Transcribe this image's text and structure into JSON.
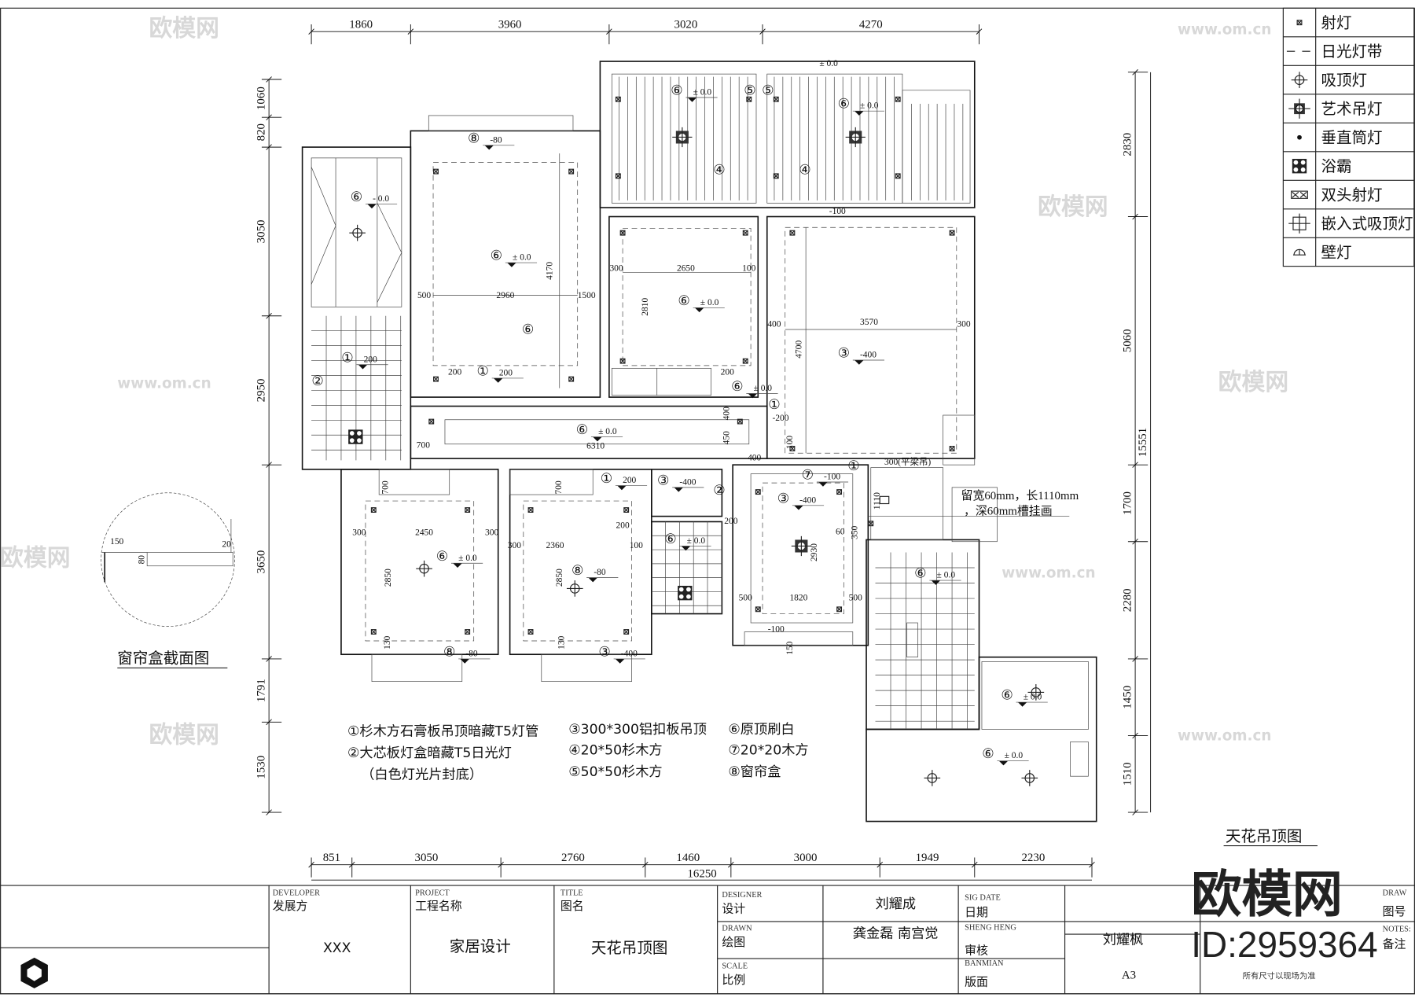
{
  "drawing_title": "天花吊顶图",
  "section_title": "窗帘盒截面图",
  "section_dims": [
    "150",
    "80",
    "20"
  ],
  "dims": {
    "top": [
      "1860",
      "3960",
      "3020",
      "4270"
    ],
    "bottom": [
      "851",
      "3050",
      "2760",
      "1460",
      "3000",
      "1949",
      "2230"
    ],
    "bottom_total": "16250",
    "left": [
      "1060",
      "820",
      "3050",
      "2950",
      "3650",
      "1791",
      "1530"
    ],
    "right": [
      "2830",
      "5060",
      "1700",
      "2280",
      "1450",
      "1510"
    ],
    "right_total": "15551"
  },
  "legend": [
    {
      "icon": "spotlight-icon",
      "label": "射灯"
    },
    {
      "icon": "fluorescent-strip-icon",
      "label": "日光灯带"
    },
    {
      "icon": "ceiling-lamp-icon",
      "label": "吸顶灯"
    },
    {
      "icon": "chandelier-icon",
      "label": "艺术吊灯"
    },
    {
      "icon": "downlight-icon",
      "label": "垂直筒灯"
    },
    {
      "icon": "bath-heater-icon",
      "label": "浴霸"
    },
    {
      "icon": "double-spotlight-icon",
      "label": "双头射灯"
    },
    {
      "icon": "recessed-ceiling-lamp-icon",
      "label": "嵌入式吸顶灯"
    },
    {
      "icon": "wall-lamp-icon",
      "label": "壁灯"
    }
  ],
  "notes": [
    "①杉木方石膏板吊顶暗藏T5灯管",
    "②大芯板灯盒暗藏T5日光灯",
    "（白色灯光片封底）",
    "③300*300铝扣板吊顶",
    "④20*50杉木方",
    "⑤50*50杉木方",
    "⑥原顶刷白",
    "⑦20*20木方",
    "⑧窗帘盒"
  ],
  "annotations": [
    {
      "code": "⑧",
      "level": "-80"
    },
    {
      "code": "⑥",
      "level": "- 0.0"
    },
    {
      "code": "⑥",
      "level": "± 0.0"
    },
    {
      "code": "⑥",
      "level": "± 0.0"
    },
    {
      "code": "⑥",
      "level": "± 0.0"
    },
    {
      "code": "⑥",
      "level": "± 0.0"
    },
    {
      "code": "③",
      "level": "-400"
    },
    {
      "code": "①",
      "level": "200"
    },
    {
      "code": "①",
      "level": "200"
    },
    {
      "code": "⑥",
      "level": "± 0.0"
    },
    {
      "code": "⑥",
      "level": "± 0.0"
    },
    {
      "code": "⑥",
      "level": "± 0.0"
    },
    {
      "code": "⑧",
      "level": "-80"
    },
    {
      "code": "⑧",
      "level": "-80"
    },
    {
      "code": "③",
      "level": "-400"
    },
    {
      "code": "③",
      "level": "-400"
    },
    {
      "code": "⑥",
      "level": "± 0.0"
    },
    {
      "code": "③",
      "level": "-400"
    },
    {
      "code": "⑥",
      "level": "± 0.0"
    },
    {
      "code": "⑥",
      "level": "± 0.0"
    },
    {
      "code": "⑥",
      "level": "± 0.0"
    },
    {
      "code": "①",
      "level": "200"
    },
    {
      "code": "⑦",
      "level": "-100"
    },
    {
      "code": "⑥",
      "level": ""
    },
    {
      "code": "④",
      "level": ""
    },
    {
      "code": "④",
      "level": ""
    },
    {
      "code": "⑤",
      "level": ""
    },
    {
      "code": "⑤",
      "level": ""
    },
    {
      "code": "①",
      "level": ""
    },
    {
      "code": "①",
      "level": ""
    },
    {
      "code": "②",
      "level": ""
    },
    {
      "code": "②",
      "level": ""
    }
  ],
  "top_level": "± 0.0",
  "inner_dims": [
    "2960",
    "4170",
    "500",
    "1500",
    "2650",
    "2810",
    "300",
    "100",
    "3570",
    "4700",
    "400",
    "300",
    "6310",
    "700",
    "2450",
    "2850",
    "300",
    "300",
    "2360",
    "2850",
    "300",
    "100",
    "2930",
    "1820",
    "500",
    "500",
    "700",
    "700",
    "200",
    "200",
    "-100",
    "-200",
    "-100",
    "400",
    "150",
    "130",
    "130",
    "450",
    "400",
    "100",
    "200",
    "200",
    "1110",
    "350",
    "60"
  ],
  "beam_note": "300(平梁吊)",
  "hang_note": [
    "留宽60mm，长1110mm",
    "，深60mm槽挂画"
  ],
  "title_block": {
    "developer": {
      "en": "DEVELOPER",
      "zh": "发展方",
      "value": "XXX"
    },
    "project": {
      "en": "PROJECT",
      "zh": "工程名称",
      "value": "家居设计"
    },
    "title": {
      "en": "TITLE",
      "zh": "图名",
      "value": "天花吊顶图"
    },
    "designer": {
      "en": "DESIGNER",
      "zh": "设计",
      "value": "刘耀成"
    },
    "drawn": {
      "en": "DRAWN",
      "zh": "绘图",
      "value": "龚金磊   南宫觉"
    },
    "scale": {
      "en": "SCALE",
      "zh": "比例",
      "value": ""
    },
    "sig_date": {
      "en": "SIG DATE",
      "zh": "日期"
    },
    "sheng_heng": {
      "en": "SHENG HENG",
      "zh": "审核",
      "value": "刘耀枫"
    },
    "banmian": {
      "en": "BANMIAN",
      "zh": "版面",
      "value": "A3"
    },
    "drawing_no": {
      "en": "DRAW",
      "zh": "图号"
    },
    "notes": {
      "en": "NOTES:",
      "zh": "备注",
      "value": "所有尺寸以现场为准"
    }
  },
  "watermark": {
    "brand": "欧模网",
    "id": "ID:2959364",
    "url": "www.om.cn"
  }
}
